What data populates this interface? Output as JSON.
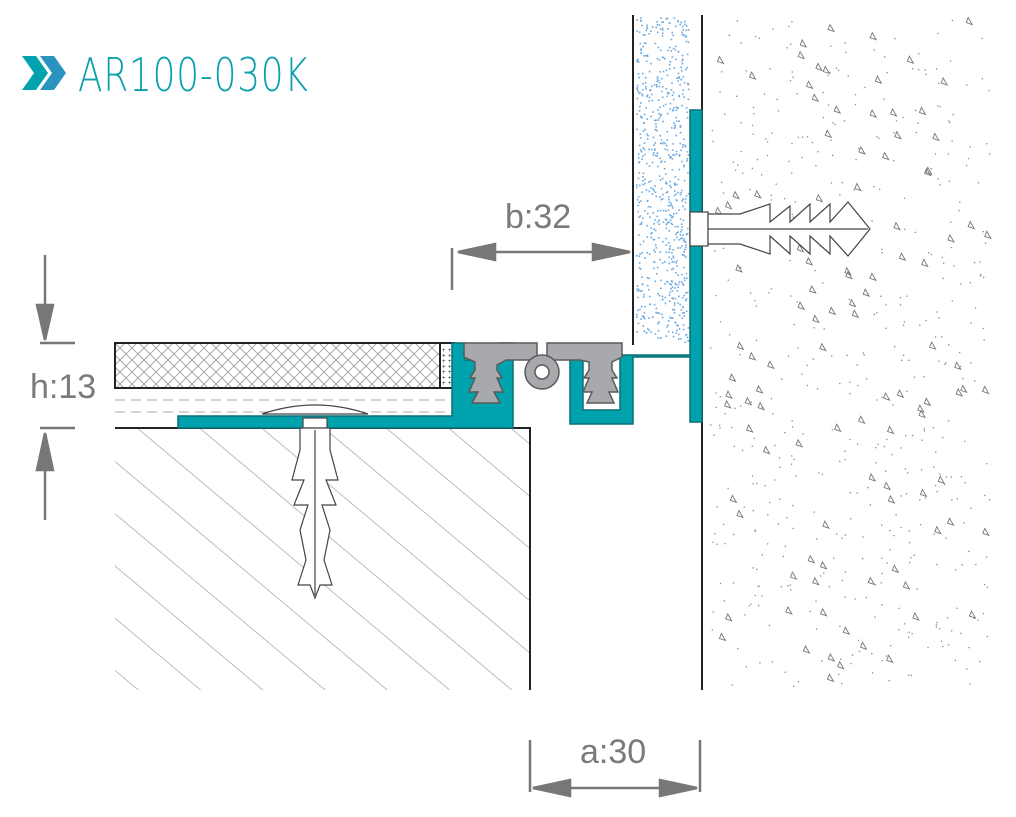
{
  "title": "AR100-030K",
  "dimensions": {
    "h": "h:13",
    "b": "b:32",
    "a": "a:30"
  },
  "colors": {
    "profile": "#00a3ad",
    "profile_edge": "#0b6f77",
    "insert": "#a7a9ac",
    "insulation_dots": "#6aa9e0",
    "dimension": "#777777",
    "title": "#0aa0ad"
  }
}
